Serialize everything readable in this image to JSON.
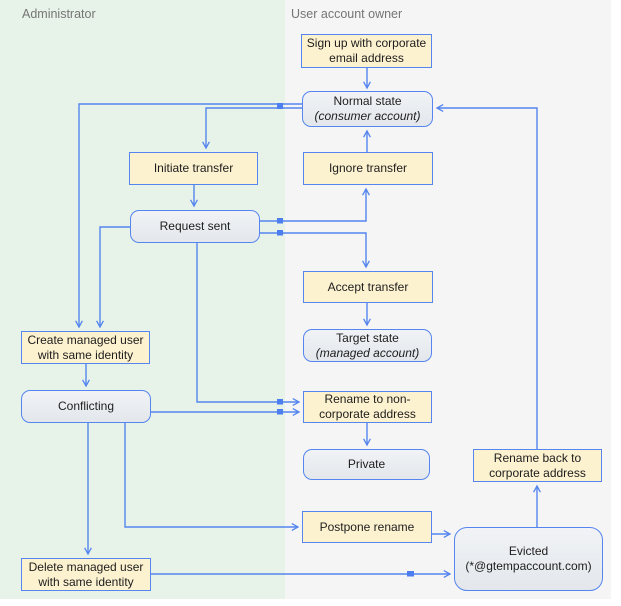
{
  "lanes": [
    {
      "label": "Administrator"
    },
    {
      "label": "User account owner"
    }
  ],
  "nodes": {
    "sign_up": {
      "label": "Sign up with corporate email address",
      "type": "action"
    },
    "normal_state": {
      "title": "Normal state",
      "subtitle": "(consumer account)",
      "type": "state"
    },
    "initiate_transfer": {
      "label": "Initiate transfer",
      "type": "action"
    },
    "ignore_transfer": {
      "label": "Ignore transfer",
      "type": "action"
    },
    "request_sent": {
      "title": "Request sent",
      "type": "state"
    },
    "accept_transfer": {
      "label": "Accept transfer",
      "type": "action"
    },
    "target_state": {
      "title": "Target state",
      "subtitle": "(managed account)",
      "type": "state"
    },
    "create_managed_user": {
      "label": "Create managed user with same identity",
      "type": "action"
    },
    "conflicting": {
      "title": "Conflicting",
      "type": "state"
    },
    "rename_non_corporate": {
      "label": "Rename to non-corporate address",
      "type": "action"
    },
    "private": {
      "title": "Private",
      "type": "state"
    },
    "rename_back": {
      "label": "Rename back to corporate address",
      "type": "action"
    },
    "postpone_rename": {
      "label": "Postpone rename",
      "type": "action"
    },
    "evicted": {
      "title": "Evicted",
      "subtitle": "(*@gtempaccount.com)",
      "type": "state"
    },
    "delete_managed_user": {
      "label": "Delete managed user with same identity",
      "type": "action"
    }
  },
  "edges": [
    {
      "from": "sign_up",
      "to": "normal_state"
    },
    {
      "from": "normal_state",
      "to": "create_managed_user"
    },
    {
      "from": "normal_state",
      "to": "initiate_transfer"
    },
    {
      "from": "initiate_transfer",
      "to": "request_sent"
    },
    {
      "from": "request_sent",
      "to": "ignore_transfer"
    },
    {
      "from": "ignore_transfer",
      "to": "normal_state"
    },
    {
      "from": "request_sent",
      "to": "accept_transfer"
    },
    {
      "from": "accept_transfer",
      "to": "target_state"
    },
    {
      "from": "request_sent",
      "to": "create_managed_user"
    },
    {
      "from": "request_sent",
      "to": "rename_non_corporate"
    },
    {
      "from": "create_managed_user",
      "to": "conflicting"
    },
    {
      "from": "conflicting",
      "to": "rename_non_corporate"
    },
    {
      "from": "rename_non_corporate",
      "to": "private"
    },
    {
      "from": "conflicting",
      "to": "delete_managed_user"
    },
    {
      "from": "conflicting",
      "to": "postpone_rename"
    },
    {
      "from": "postpone_rename",
      "to": "evicted"
    },
    {
      "from": "delete_managed_user",
      "to": "evicted"
    },
    {
      "from": "evicted",
      "to": "rename_back"
    },
    {
      "from": "rename_back",
      "to": "normal_state"
    }
  ],
  "colors": {
    "lane_admin_bg": "#e7f3e9",
    "lane_user_bg": "#f5f5f6",
    "action_fill": "#fdf2d0",
    "state_fill": "#e9ecf0",
    "stroke_blue": "#5585ee",
    "lane_label_text": "#757575",
    "node_text": "#1d1d1d"
  }
}
